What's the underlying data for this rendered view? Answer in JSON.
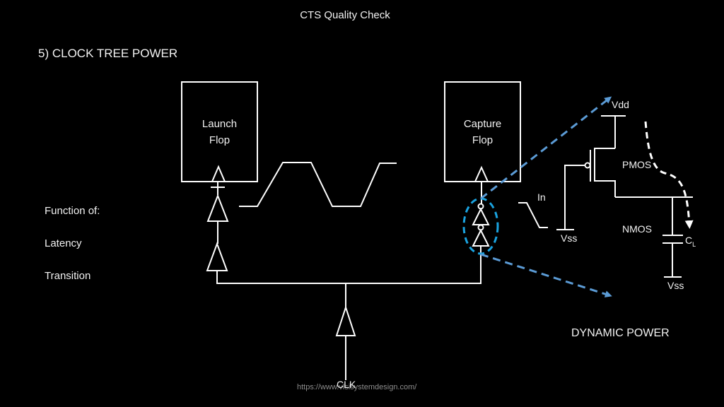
{
  "slide": {
    "title": "CTS Quality Check",
    "section_title": "5) CLOCK TREE POWER"
  },
  "factors": {
    "heading": "Function of:",
    "items": [
      "Latency",
      "Transition"
    ]
  },
  "flops": {
    "launch": {
      "line1": "Launch",
      "line2": "Flop"
    },
    "capture": {
      "line1": "Capture",
      "line2": "Flop"
    }
  },
  "clock": {
    "source_label": "CLK"
  },
  "circuit": {
    "vdd_label": "Vdd",
    "vss_gate_label": "Vss",
    "vss_cap_label": "Vss",
    "pmos_label": "PMOS",
    "nmos_label": "NMOS",
    "input_label": "In",
    "cap_label": "C",
    "cap_subscript": "L"
  },
  "caption": "DYNAMIC POWER",
  "watermark": "https://www.vlsisystemdesign.com/",
  "colors": {
    "line": "#ffffff",
    "zoom_arrow": "#5b9bd5",
    "highlight_ellipse": "#1aa3e0",
    "current_arrow": "#ffffff"
  }
}
